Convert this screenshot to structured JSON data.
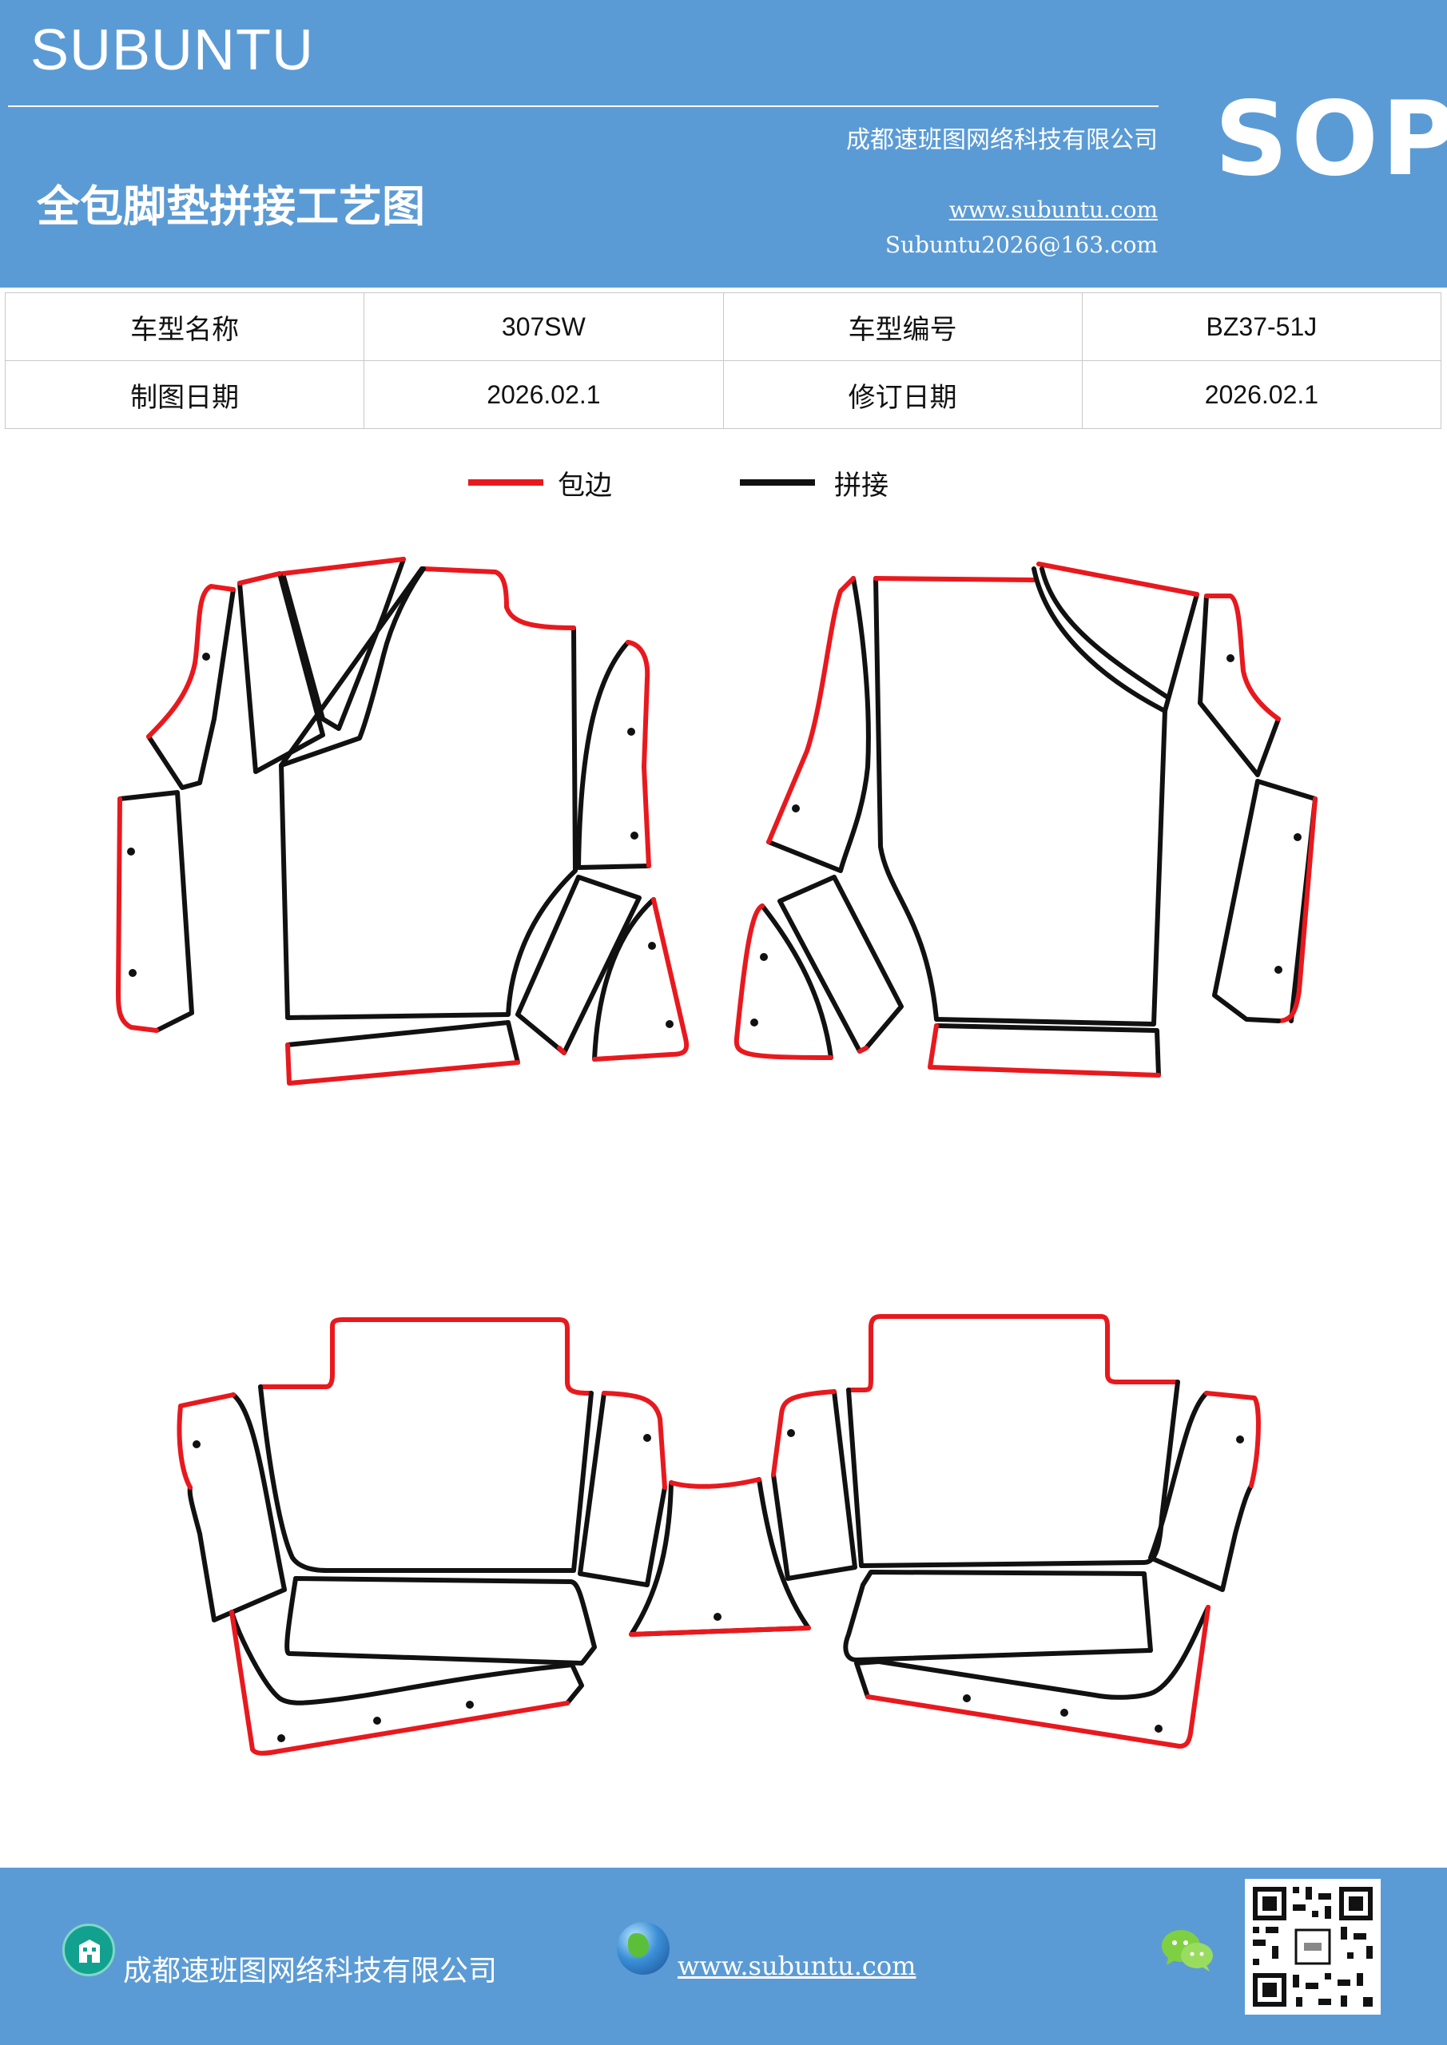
{
  "header": {
    "brand": "SUBUNTU",
    "company": "成都速班图网络科技有限公司",
    "title": "全包脚垫拼接工艺图",
    "website": "www.subuntu.com",
    "email": "Subuntu2026@163.com",
    "badge": "SOP"
  },
  "info_table": {
    "rows": [
      {
        "label1": "车型名称",
        "value1": "307SW",
        "label2": "车型编号",
        "value2": "BZ37-51J"
      },
      {
        "label1": "制图日期",
        "value1": "2026.02.1",
        "label2": "修订日期",
        "value2": "2026.02.1"
      }
    ]
  },
  "legend": {
    "edge_label": "包边",
    "edge_color": "#e8191e",
    "seam_label": "拼接",
    "seam_color": "#111111"
  },
  "footer": {
    "company": "成都速班图网络科技有限公司",
    "website": "www.subuntu.com",
    "icons": [
      "building-icon",
      "globe-icon",
      "wechat-icon",
      "qr-code"
    ]
  },
  "colors": {
    "header_bg": "#5b9bd5",
    "footer_bg": "#5b9bd5",
    "text_white": "#ffffff"
  }
}
